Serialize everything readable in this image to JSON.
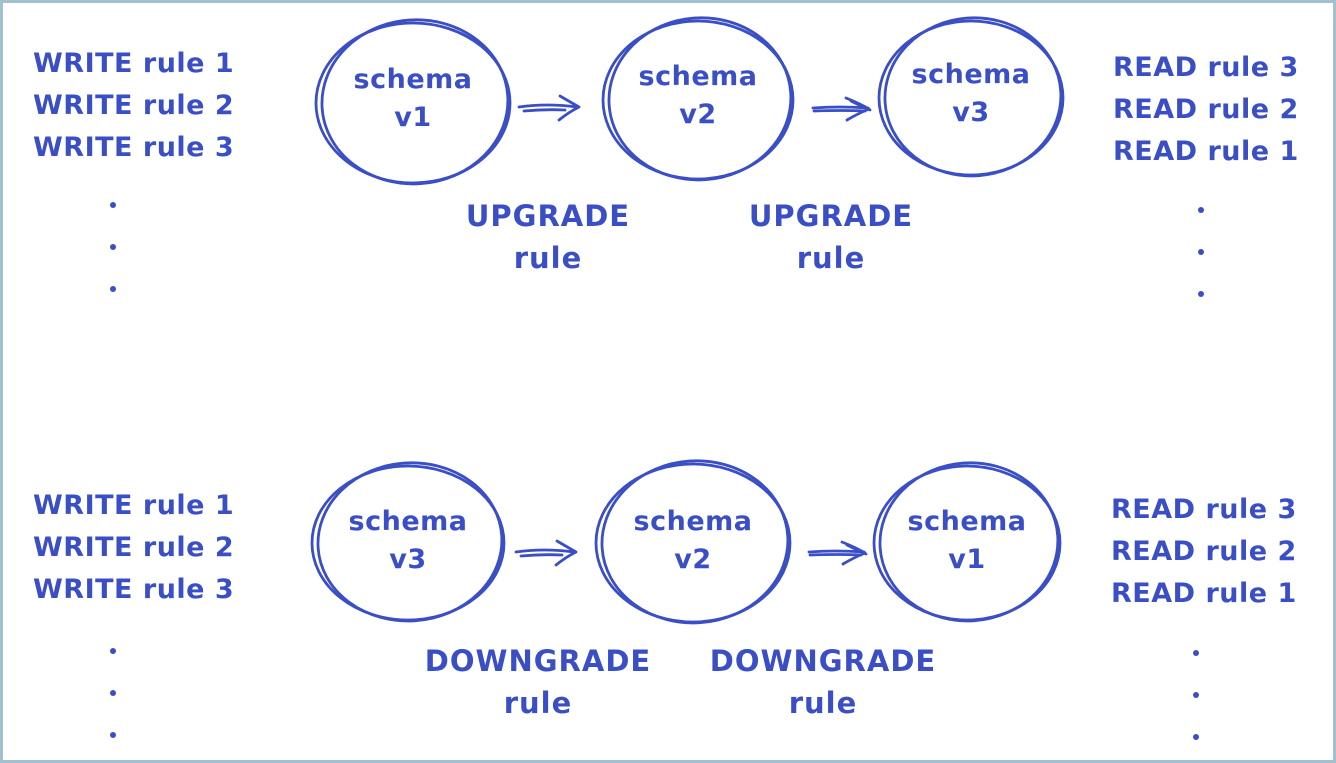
{
  "colors": {
    "ink": "#3a4ec5",
    "frame_border": "#a2c0cf",
    "background": "#ffffff"
  },
  "rows": [
    {
      "name": "upgrade-flow",
      "write_rules": [
        "WRITE rule 1",
        "WRITE rule 2",
        "WRITE rule 3"
      ],
      "read_rules": [
        "READ rule 3",
        "READ rule 2",
        "READ rule 1"
      ],
      "nodes": [
        {
          "line1": "schema",
          "line2": "v1"
        },
        {
          "line1": "schema",
          "line2": "v2"
        },
        {
          "line1": "schema",
          "line2": "v3"
        }
      ],
      "arrow_labels": [
        {
          "line1": "UPGRADE",
          "line2": "rule"
        },
        {
          "line1": "UPGRADE",
          "line2": "rule"
        }
      ]
    },
    {
      "name": "downgrade-flow",
      "write_rules": [
        "WRITE rule 1",
        "WRITE rule 2",
        "WRITE rule 3"
      ],
      "read_rules": [
        "READ rule 3",
        "READ rule 2",
        "READ rule 1"
      ],
      "nodes": [
        {
          "line1": "schema",
          "line2": "v3"
        },
        {
          "line1": "schema",
          "line2": "v2"
        },
        {
          "line1": "schema",
          "line2": "v1"
        }
      ],
      "arrow_labels": [
        {
          "line1": "DOWNGRADE",
          "line2": "rule"
        },
        {
          "line1": "DOWNGRADE",
          "line2": "rule"
        }
      ]
    }
  ]
}
